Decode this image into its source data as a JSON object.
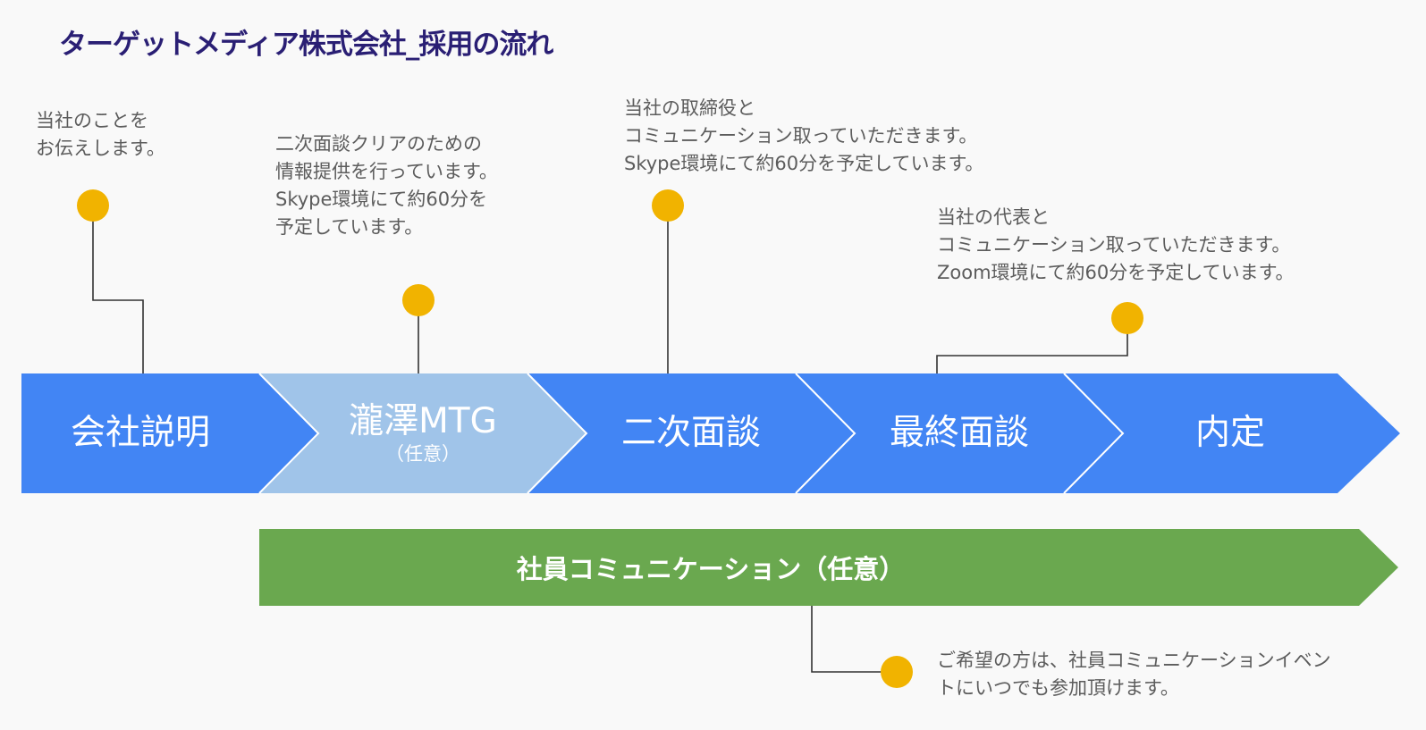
{
  "title": "ターゲットメディア株式会社_採用の流れ",
  "colors": {
    "step_blue": "#4285f4",
    "step_light_blue": "#a0c4e9",
    "band_green": "#6aa84f",
    "marker_yellow": "#f1b300",
    "title_navy": "#2a1f74",
    "note_gray": "#5c5c5c"
  },
  "steps": [
    {
      "label": "会社説明",
      "sub": ""
    },
    {
      "label": "瀧澤MTG",
      "sub": "（任意）"
    },
    {
      "label": "二次面談",
      "sub": ""
    },
    {
      "label": "最終面談",
      "sub": ""
    },
    {
      "label": "内定",
      "sub": ""
    }
  ],
  "band": {
    "label": "社員コミュニケーション（任意）"
  },
  "notes": {
    "company_briefing": "当社のことを\nお伝えします。",
    "takizawa_mtg": "二次面談クリアのための\n情報提供を行っています。\nSkype環境にて約60分を\n予定しています。",
    "second_interview": "当社の取締役と\nコミュニケーション取っていただきます。\nSkype環境にて約60分を予定しています。",
    "final_interview": "当社の代表と\nコミュニケーション取っていただきます。\nZoom環境にて約60分を予定しています。",
    "employee_communication": "ご希望の方は、社員コミュニケーションイベン\nトにいつでも参加頂けます。"
  }
}
